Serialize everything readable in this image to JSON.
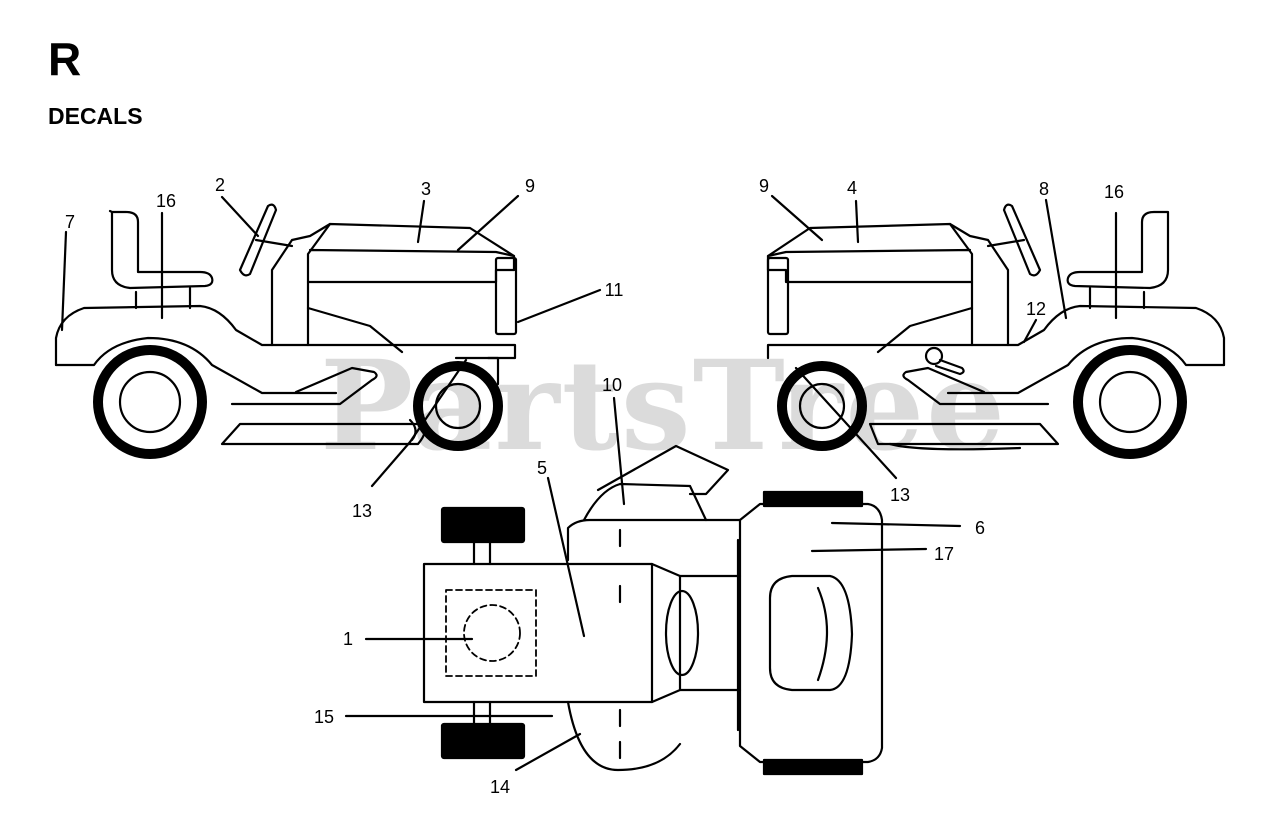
{
  "header": {
    "title": "R",
    "subtitle": "DECALS"
  },
  "watermark": "PartsTree",
  "callouts": {
    "c1": "1",
    "c2": "2",
    "c3": "3",
    "c4": "4",
    "c5": "5",
    "c6": "6",
    "c7": "7",
    "c8": "8",
    "c9a": "9",
    "c9b": "9",
    "c10": "10",
    "c11": "11",
    "c12": "12",
    "c13a": "13",
    "c13b": "13",
    "c14": "14",
    "c15": "15",
    "c16a": "16",
    "c16b": "16",
    "c17": "17"
  },
  "colors": {
    "line": "#000000",
    "background": "#ffffff",
    "watermark": "#cfcfcf"
  }
}
